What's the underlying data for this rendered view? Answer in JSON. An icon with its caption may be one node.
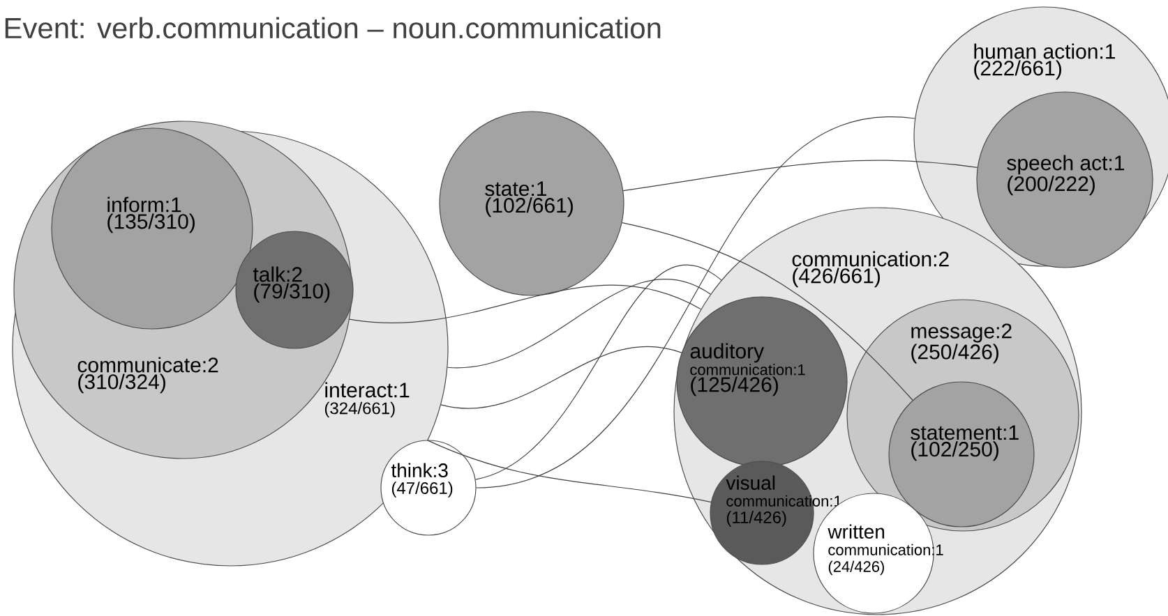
{
  "diagram": {
    "title": "Event: verb.communication – noun.communication",
    "nodes": [
      {
        "text": [
          "interact:1",
          "(324/661)"
        ]
      },
      {
        "text": [
          "communicate:2",
          "(310/324)"
        ],
        "in": 0
      },
      {
        "text": [
          "inform:1",
          "(135/310)"
        ],
        "in": 1
      },
      {
        "text": [
          "talk:2",
          "(79/310)"
        ],
        "in": 1
      },
      {
        "text": [
          "state:1",
          "(102/661)"
        ]
      },
      {
        "text": [
          "think:3",
          "(47/661)"
        ]
      },
      {
        "text": [
          "human action:1",
          "(222/661)"
        ]
      },
      {
        "text": [
          "speech act:1",
          "(200/222)"
        ],
        "in": 6
      },
      {
        "text": [
          "communication:2",
          "(426/661)"
        ]
      },
      {
        "text": [
          "auditory",
          "communication:1",
          "(125/426)"
        ],
        "in": 8
      },
      {
        "text": [
          "message:2",
          "(250/426)"
        ],
        "in": 8
      },
      {
        "text": [
          "statement:1",
          "(102/250)"
        ],
        "in": 10
      },
      {
        "text": [
          "visual",
          "communication:1",
          "(11/426)"
        ],
        "in": 8
      },
      {
        "text": [
          "written",
          "communication:1",
          "(24/426)"
        ],
        "in": 8
      }
    ],
    "edges": [
      {
        "from": 4,
        "to": 7,
        "arrow": "none"
      },
      {
        "from": 4,
        "to": 11,
        "arrow": "none"
      },
      {
        "from": 1,
        "to": 8,
        "arrow": "none"
      },
      {
        "from": 0,
        "to": 8,
        "arrow": "none"
      },
      {
        "from": 0,
        "to": 9,
        "arrow": "none"
      },
      {
        "from": 0,
        "to": 12,
        "arrow": "none"
      },
      {
        "from": 5,
        "to": 6,
        "arrow": "none"
      },
      {
        "from": 5,
        "to": 8,
        "arrow": "none"
      }
    ]
  }
}
